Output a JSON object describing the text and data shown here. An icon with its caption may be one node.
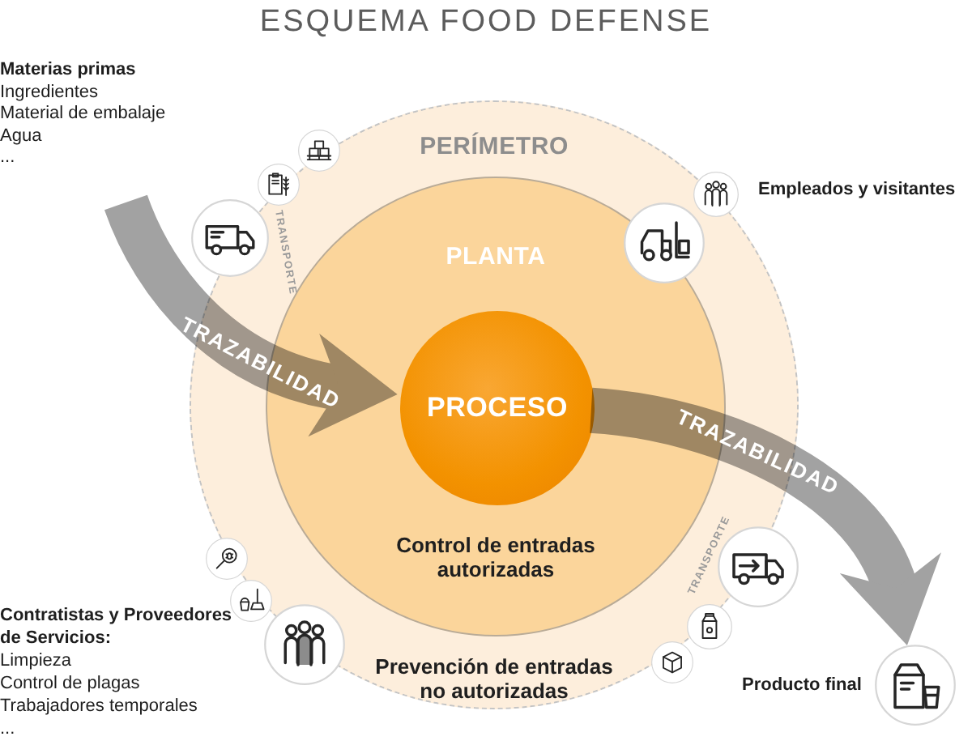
{
  "diagram": {
    "title": "ESQUEMA FOOD DEFENSE",
    "nodes": [
      {
        "text": [
          "Materias primas",
          "Ingredientes",
          "Material de embalaje",
          "Agua",
          "..."
        ]
      },
      {
        "text": [
          "PERÍMETRO",
          "Prevención de entradas no autorizadas"
        ]
      },
      {
        "text": [
          "PLANTA",
          "Control de entradas autorizadas"
        ],
        "in": 1
      },
      {
        "text": [
          "PROCESO"
        ],
        "in": 2
      },
      {
        "text": [],
        "shape": "circle",
        "beside": [
          "Producto final"
        ]
      }
    ],
    "edges": [
      {
        "from": 0,
        "to": 3,
        "arrow": "to",
        "label": "TRAZABILIDAD"
      },
      {
        "from": 3,
        "to": 4,
        "arrow": "to",
        "label": "TRAZABILIDAD"
      }
    ],
    "labels": [
      "Empleados y visitantes",
      "TRANSPORTE",
      "TRANSPORTE",
      "Contratistas y Proveedores de Servicios:",
      "Limpieza",
      "Control de plagas",
      "Trabajadores temporales",
      "..."
    ]
  }
}
